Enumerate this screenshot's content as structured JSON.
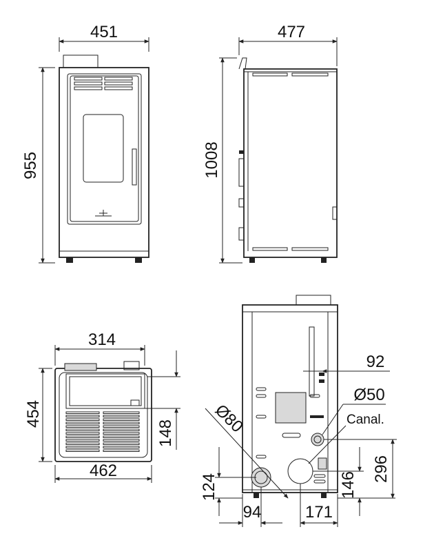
{
  "views": {
    "front": {
      "width": "451",
      "height": "955"
    },
    "side": {
      "depth": "477",
      "height": "1008"
    },
    "top": {
      "inner_width": "314",
      "depth": "454",
      "offset": "148",
      "outer_width": "462"
    },
    "rear": {
      "vertical_offset": "92",
      "inlet_diameter": "Ø50",
      "canal_label": "Canal.",
      "outlet_diameter": "Ø80",
      "outlet_height": "124",
      "outlet_side": "94",
      "canal_side": "171",
      "canal_height": "146",
      "inlet_height": "296"
    }
  },
  "colors": {
    "line": "#222222",
    "fill": "#d9d9d9",
    "background": "#ffffff"
  }
}
